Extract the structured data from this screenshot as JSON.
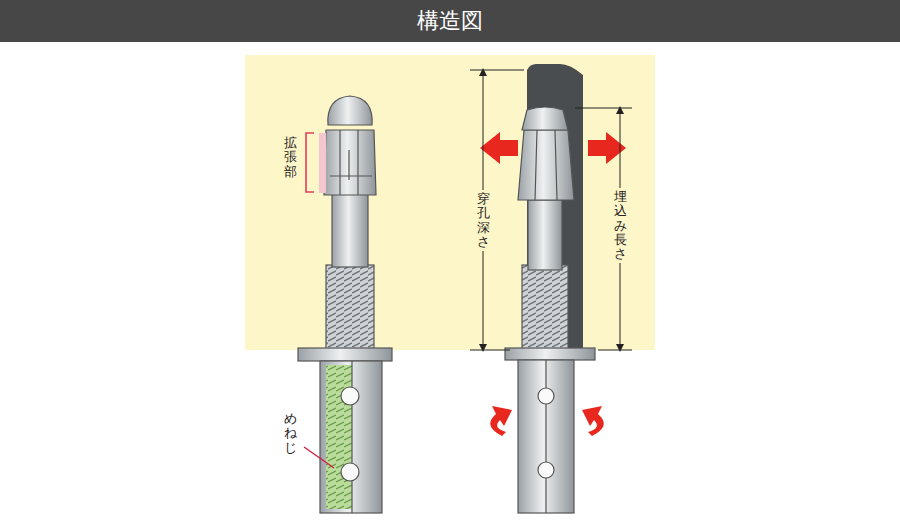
{
  "diagram": {
    "title": "構造図",
    "labels": [
      "拡張部",
      "めねじ",
      "穿孔深さ",
      "埋込み長さ"
    ]
  }
}
